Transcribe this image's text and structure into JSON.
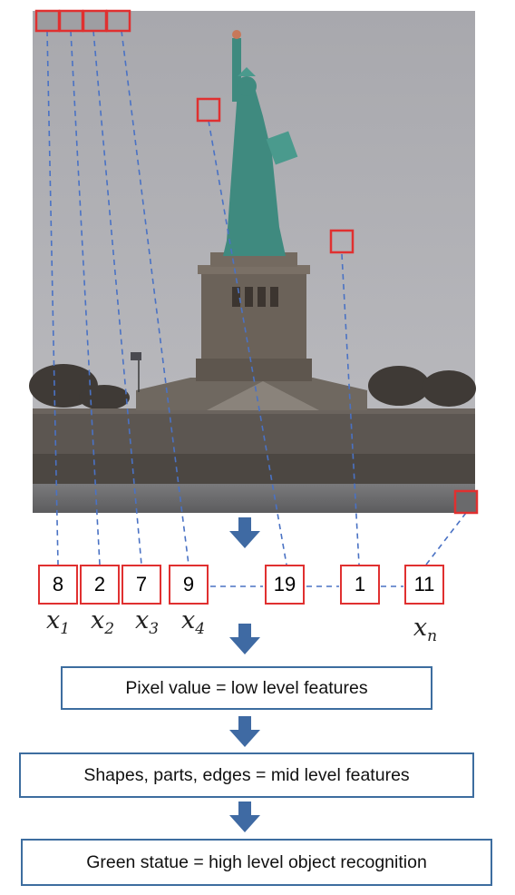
{
  "pixel_values": [
    "8",
    "2",
    "7",
    "9",
    "19",
    "1",
    "11"
  ],
  "variables": [
    {
      "symbol": "x",
      "subscript": "1"
    },
    {
      "symbol": "x",
      "subscript": "2"
    },
    {
      "symbol": "x",
      "subscript": "3"
    },
    {
      "symbol": "x",
      "subscript": "4"
    },
    {
      "symbol": "x",
      "subscript": "n"
    }
  ],
  "levels": {
    "low": "Pixel value = low level features",
    "mid": "Shapes, parts, edges = mid level features",
    "high": "Green statue = high level object recognition"
  },
  "colors": {
    "sample_box": "#e03030",
    "connector": "#4a72c4",
    "arrow": "#3f6aa3",
    "level_box_border": "#3d6d9f"
  }
}
